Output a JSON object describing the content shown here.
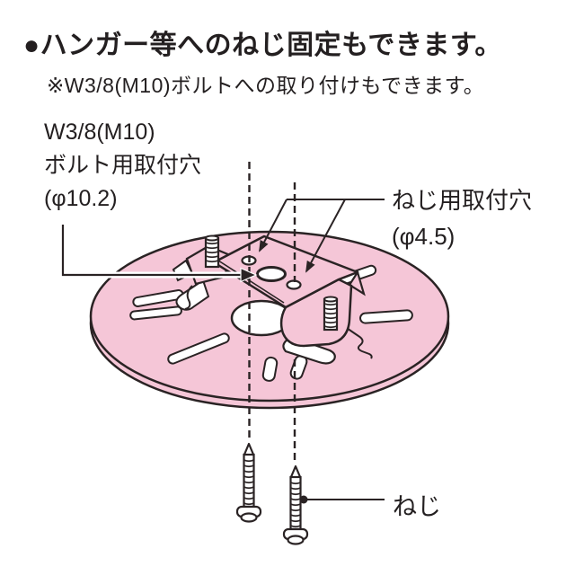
{
  "title": "●ハンガー等へのねじ固定もできます。",
  "note": "※W3/8(M10)ボルトへの取り付けもできます。",
  "labels": {
    "bolt_hole": {
      "lines": [
        "W3/8(M10)",
        "ボルト用取付穴",
        "(φ10.2)"
      ]
    },
    "screw_hole": {
      "lines": [
        "ねじ用取付穴",
        "(φ4.5)"
      ]
    },
    "screw": "ねじ"
  },
  "colors": {
    "disc_pink": "#f5c6d7",
    "outline_dark": "#2a2324",
    "text": "#231f20",
    "background": "#ffffff"
  }
}
